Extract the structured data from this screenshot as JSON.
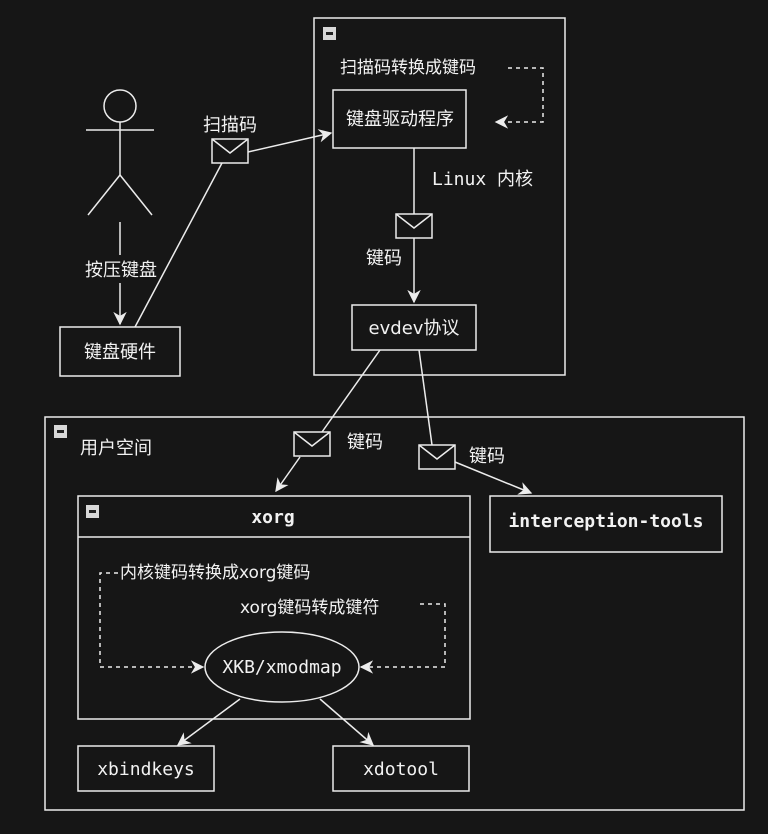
{
  "diagram": {
    "actor_label": "按压键盘",
    "hardware": "键盘硬件",
    "scan_code_msg": "扫描码",
    "kernel": {
      "label": "Linux 内核",
      "driver": "键盘驱动程序",
      "self_loop": "扫描码转换成键码",
      "keycode_msg": "键码",
      "evdev": "evdev协议"
    },
    "userspace": {
      "label": "用户空间",
      "keycode_msg_left": "键码",
      "keycode_msg_right": "键码",
      "xorg": {
        "title": "xorg",
        "loop_left": "内核键码转换成xorg键码",
        "loop_right": "xorg键码转成键符",
        "xkb": "XKB/xmodmap"
      },
      "interception": "interception-tools",
      "xbindkeys": "xbindkeys",
      "xdotool": "xdotool"
    }
  },
  "colors": {
    "background": "#161616",
    "stroke": "#ececec",
    "text": "#f2f2f2"
  }
}
